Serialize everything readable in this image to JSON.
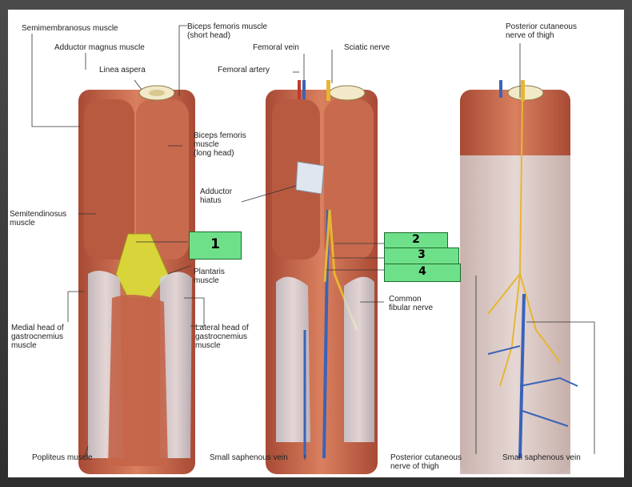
{
  "labels": {
    "semimembranosus": "Semimembranosus muscle",
    "adductor_magnus": "Adductor magnus muscle",
    "linea_aspera": "Linea aspera",
    "biceps_short": "Biceps femoris muscle\n(short head)",
    "biceps_long": "Biceps femoris\nmuscle\n(long head)",
    "semitendinosus": "Semitendinosus\nmuscle",
    "plantaris": "Plantaris\nmuscle",
    "medial_gastro": "Medial head of\ngastrocnemius\nmuscle",
    "lateral_gastro": "Lateral head of\ngastrocnemius\nmuscle",
    "popliteus": "Popliteus muscle",
    "femoral_vein": "Femoral vein",
    "sciatic_nerve": "Sciatic nerve",
    "femoral_artery": "Femoral artery",
    "adductor_hiatus": "Adductor\nhiatus",
    "common_fibular": "Common\nfibular nerve",
    "small_saphenous_mid": "Small saphenous vein",
    "posterior_cutaneous_top": "Posterior cutaneous\nnerve of thigh",
    "posterior_cutaneous_bottom": "Posterior cutaneous\nnerve of thigh",
    "small_saphenous_right": "Small saphenous vein"
  },
  "answer_boxes": {
    "box1": "1",
    "box2": "2",
    "box3": "3",
    "box4": "4"
  },
  "colors": {
    "muscle": "#c9694f",
    "box_fill": "#6fe08a",
    "nerve": "#e8b532",
    "vein": "#3a63b8",
    "artery": "#c0392b",
    "fossa": "#d8d43a"
  }
}
